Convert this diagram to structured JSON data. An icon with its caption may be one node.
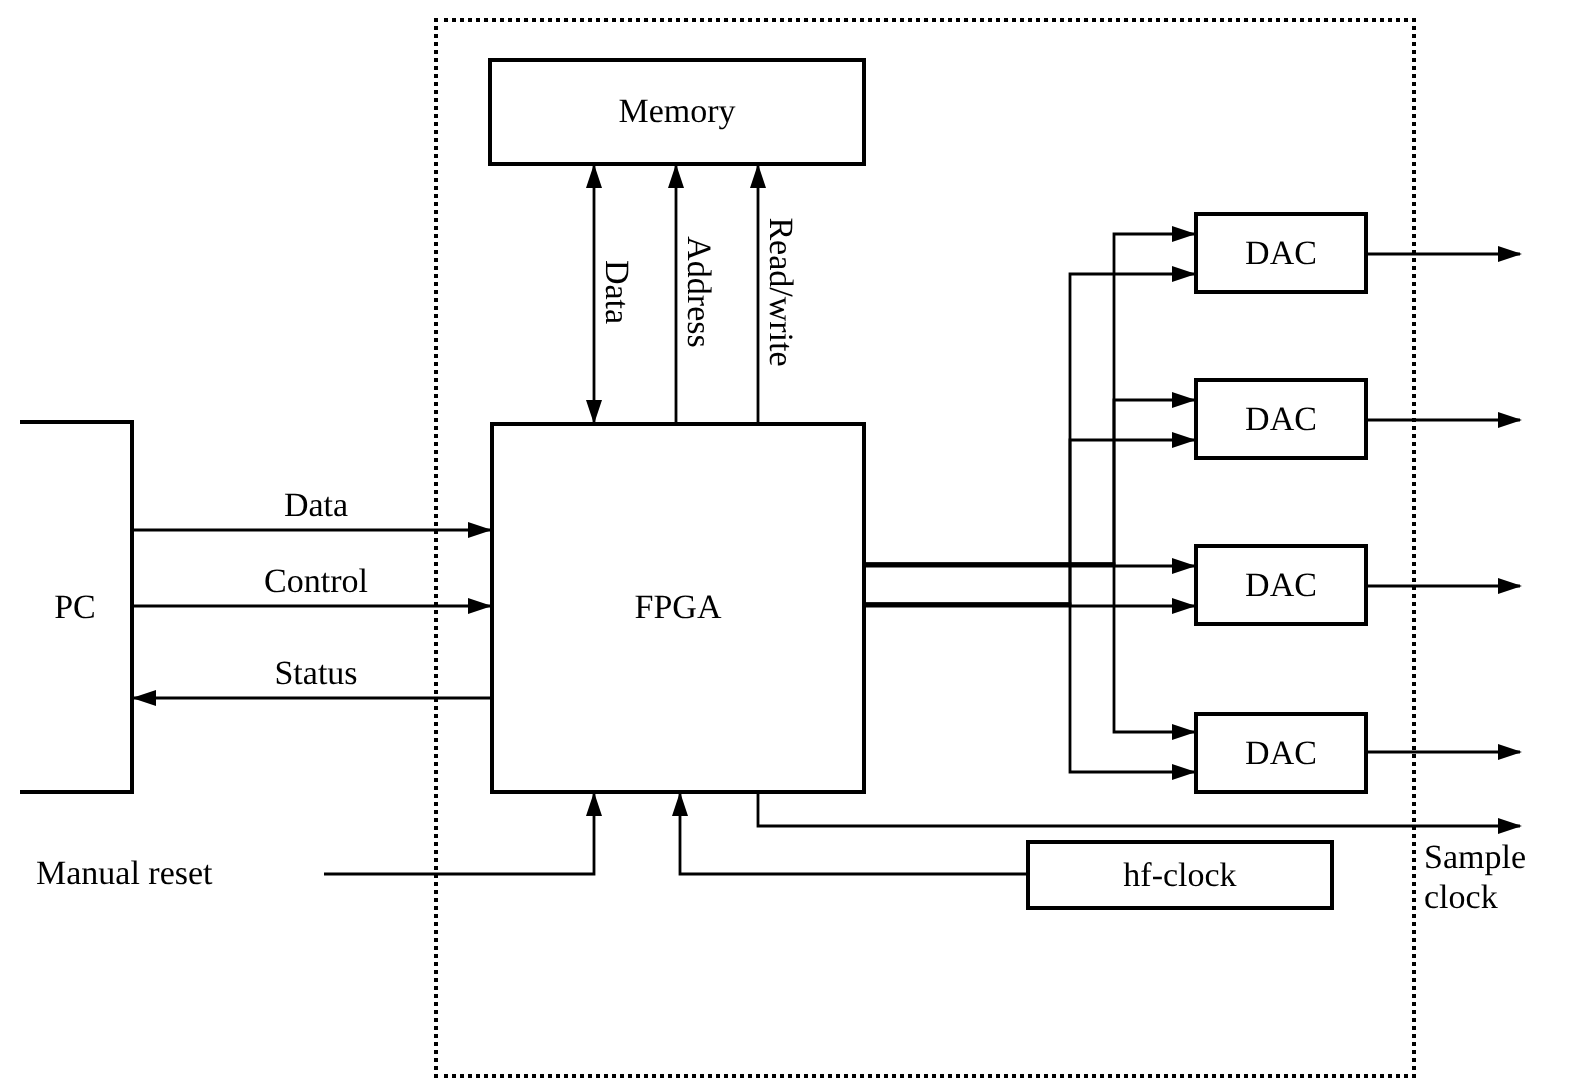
{
  "diagram": {
    "nodes": [
      {
        "text": [],
        "shape": "box"
      },
      {
        "text": [
          "Memory"
        ],
        "in": 0
      },
      {
        "text": [
          "PC"
        ]
      },
      {
        "text": [
          "FPGA"
        ],
        "in": 0
      },
      {
        "text": [
          "DAC"
        ],
        "in": 0
      },
      {
        "text": [
          "DAC"
        ],
        "in": 0
      },
      {
        "text": [
          "DAC"
        ],
        "in": 0
      },
      {
        "text": [
          "DAC"
        ],
        "in": 0
      },
      {
        "text": [
          "hf-clock"
        ],
        "in": 0
      },
      {
        "text": [
          "Manual reset"
        ]
      },
      {
        "text": [
          "Sample clock"
        ]
      }
    ],
    "edges": [
      {
        "from": 3,
        "to": 1,
        "arrow": "both",
        "label": "Data"
      },
      {
        "from": 3,
        "to": 1,
        "arrow": "to",
        "label": "Address"
      },
      {
        "from": 3,
        "to": 1,
        "arrow": "to",
        "label": "Read/write"
      },
      {
        "from": 2,
        "to": 3,
        "arrow": "to",
        "label": "Data"
      },
      {
        "from": 2,
        "to": 3,
        "arrow": "to",
        "label": "Control"
      },
      {
        "from": 3,
        "to": 2,
        "arrow": "to",
        "label": "Status"
      },
      {
        "from": 3,
        "to": 4,
        "arrow": "to"
      },
      {
        "from": 3,
        "to": 4,
        "arrow": "to"
      },
      {
        "from": 3,
        "to": 5,
        "arrow": "to"
      },
      {
        "from": 3,
        "to": 5,
        "arrow": "to"
      },
      {
        "from": 3,
        "to": 6,
        "arrow": "to"
      },
      {
        "from": 3,
        "to": 6,
        "arrow": "to"
      },
      {
        "from": 3,
        "to": 7,
        "arrow": "to"
      },
      {
        "from": 3,
        "to": 7,
        "arrow": "to"
      },
      {
        "from": 4,
        "to": null,
        "arrow": "to"
      },
      {
        "from": 5,
        "to": null,
        "arrow": "to"
      },
      {
        "from": 6,
        "to": null,
        "arrow": "to"
      },
      {
        "from": 7,
        "to": null,
        "arrow": "to"
      },
      {
        "from": 9,
        "to": 3,
        "arrow": "to"
      },
      {
        "from": 8,
        "to": 3,
        "arrow": "to"
      },
      {
        "from": 3,
        "to": 10,
        "arrow": "to"
      }
    ]
  }
}
